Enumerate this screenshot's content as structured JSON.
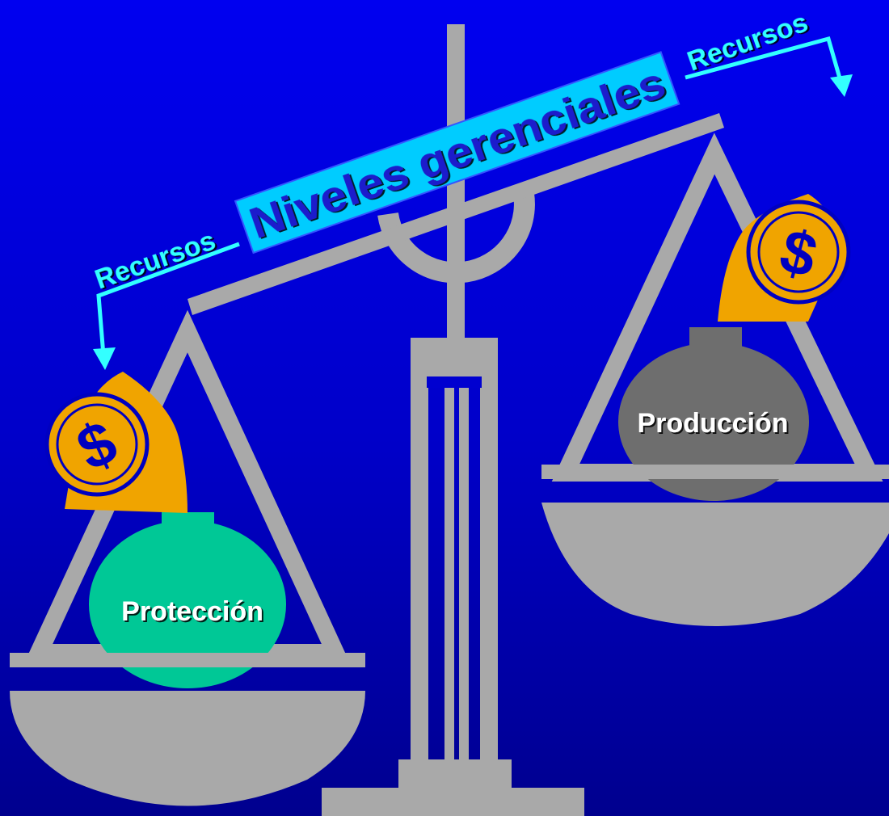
{
  "banner": {
    "title": "Niveles gerenciales"
  },
  "arrows": {
    "left_label": "Recursos",
    "right_label": "Recursos"
  },
  "weights": {
    "left_label": "Protección",
    "right_label": "Producción"
  },
  "money_bags": {
    "left_symbol": "$",
    "right_symbol": "$"
  },
  "colors": {
    "background": "#0000e0",
    "scale_gray": "#a9a9a9",
    "banner_fill": "#00ccff",
    "banner_text": "#1a1acc",
    "arrow_cyan": "#33ffff",
    "bag_orange": "#f0a400",
    "protection_weight": "#00c896",
    "production_weight": "#6e6e6e"
  }
}
